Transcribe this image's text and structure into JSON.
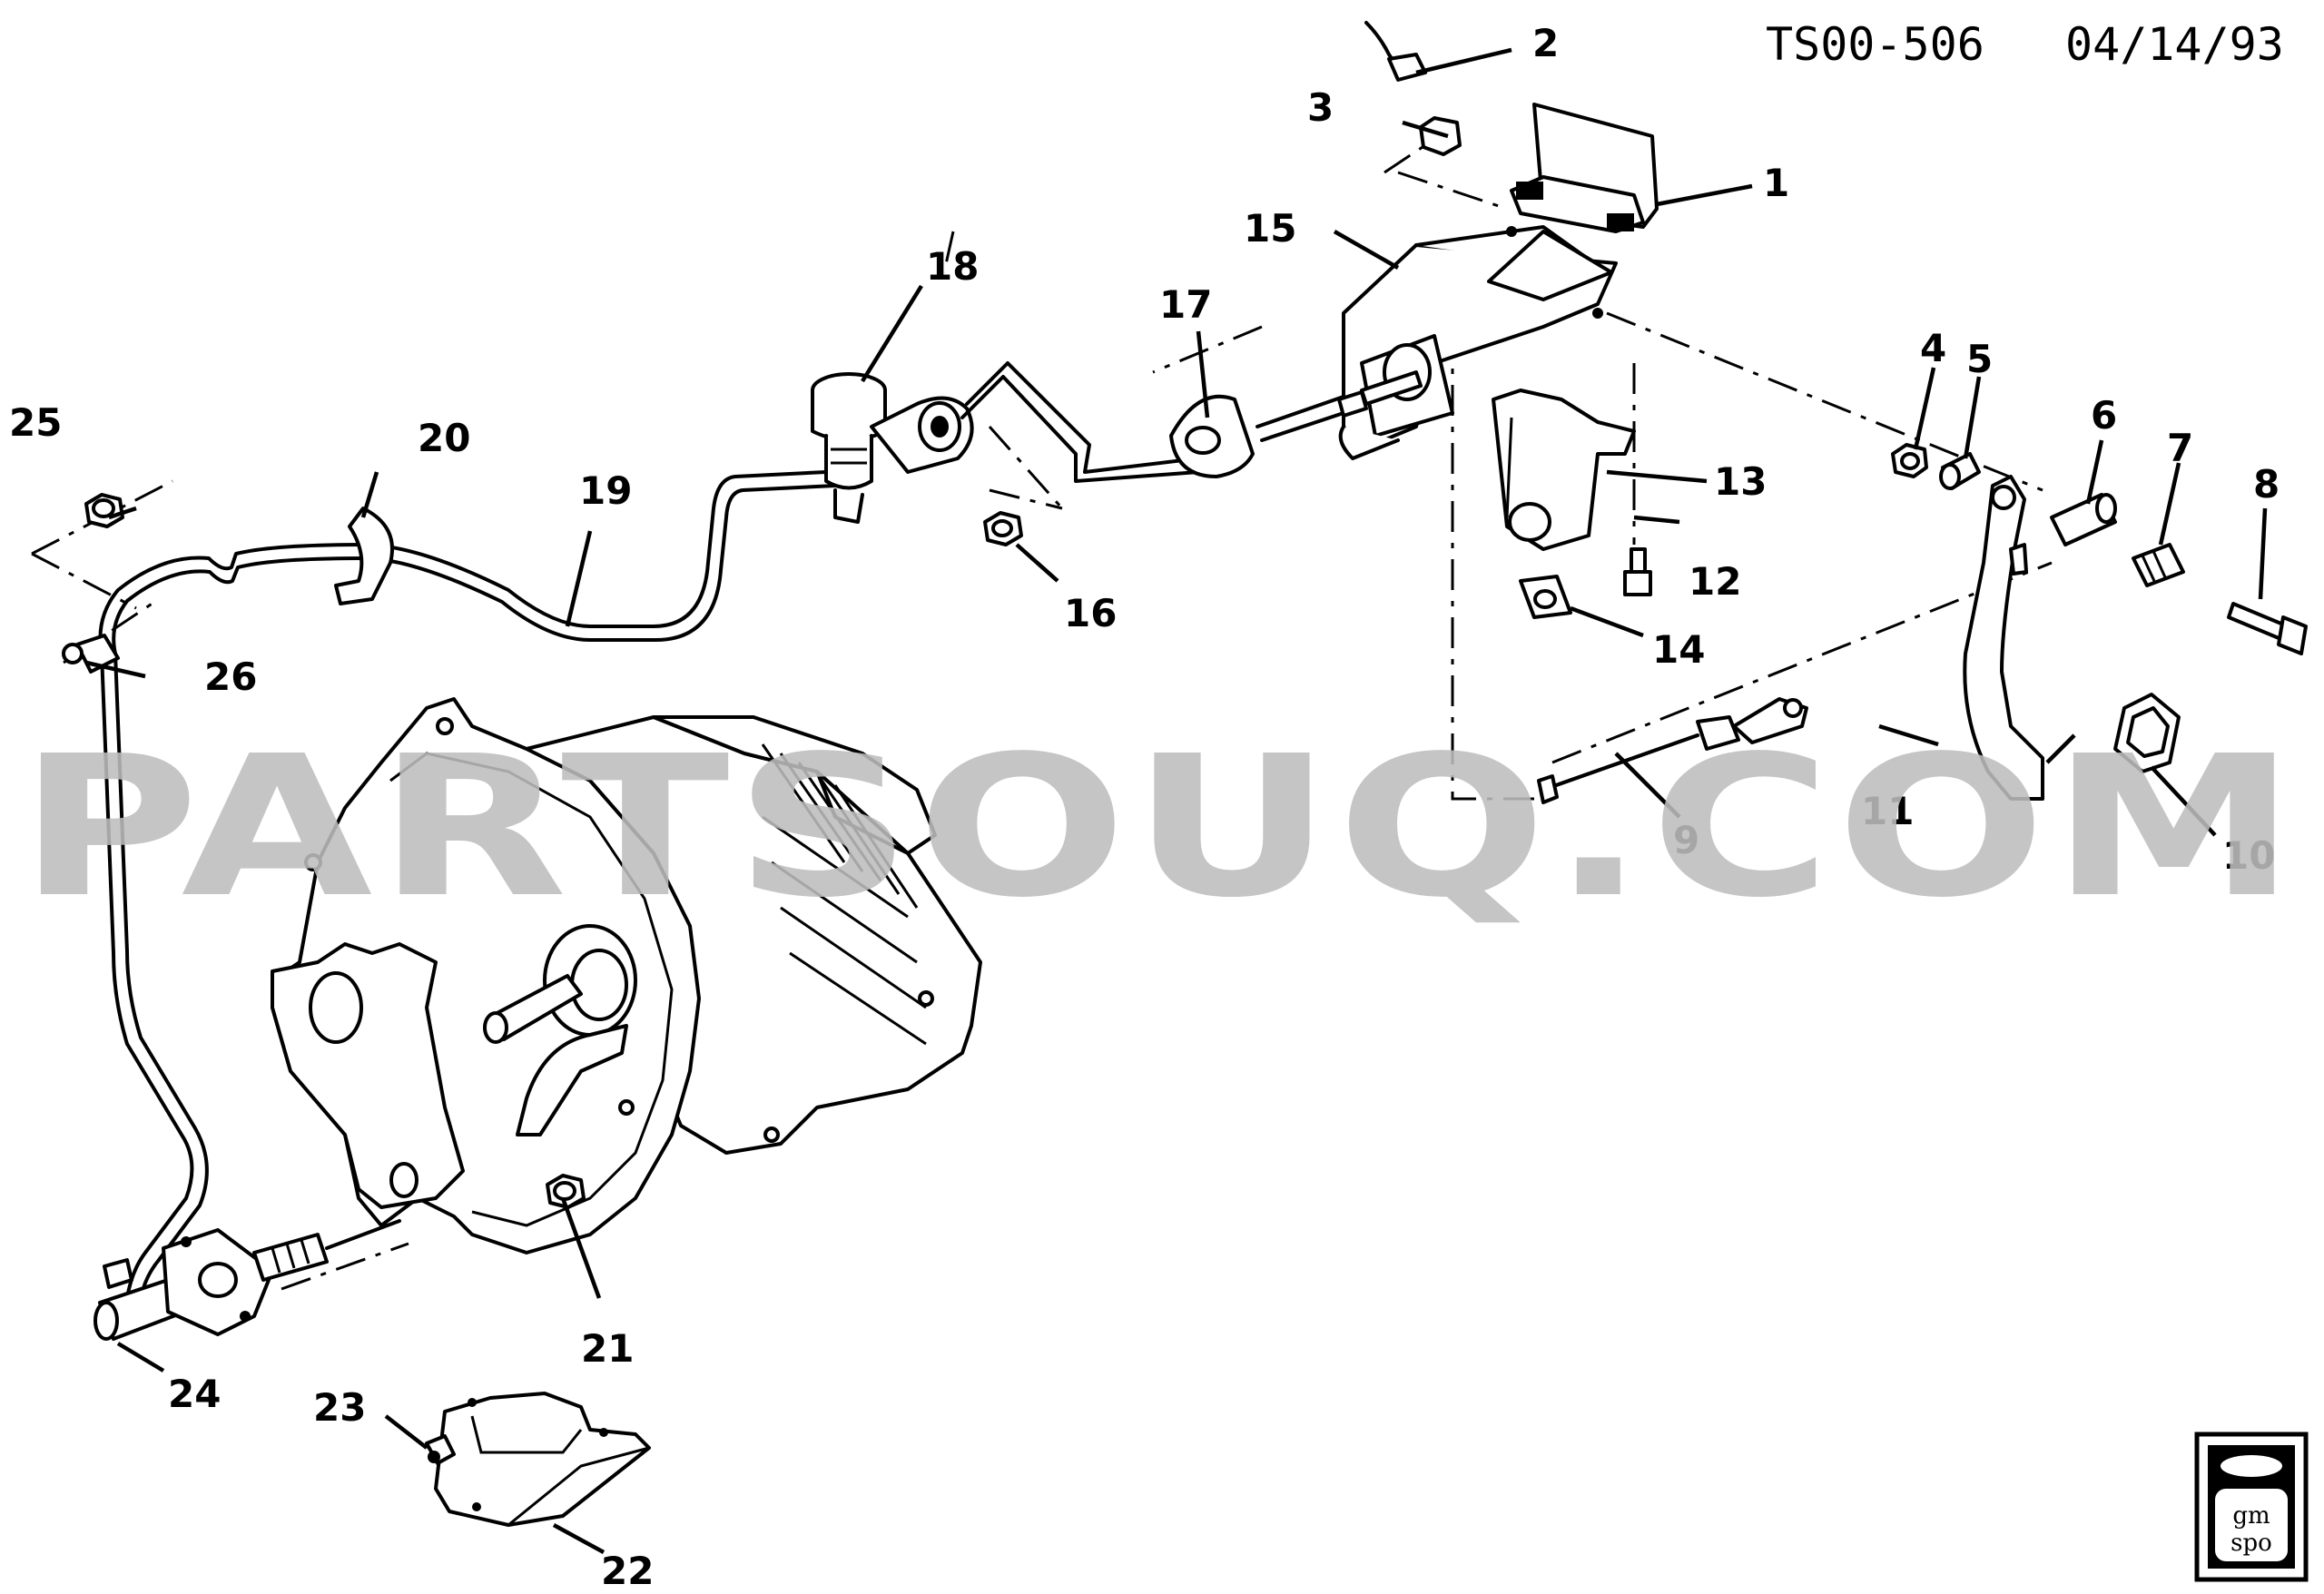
{
  "header": {
    "code": "TS00-506",
    "date": "04/14/93"
  },
  "watermark": "PARTSOUQ.COM",
  "logo": {
    "line1": "gm",
    "line2": "spo"
  },
  "callouts": [
    "1",
    "2",
    "3",
    "4",
    "5",
    "6",
    "7",
    "8",
    "9",
    "10",
    "11",
    "12",
    "13",
    "14",
    "15",
    "16",
    "17",
    "18",
    "19",
    "20",
    "21",
    "22",
    "23",
    "24",
    "25",
    "26"
  ]
}
